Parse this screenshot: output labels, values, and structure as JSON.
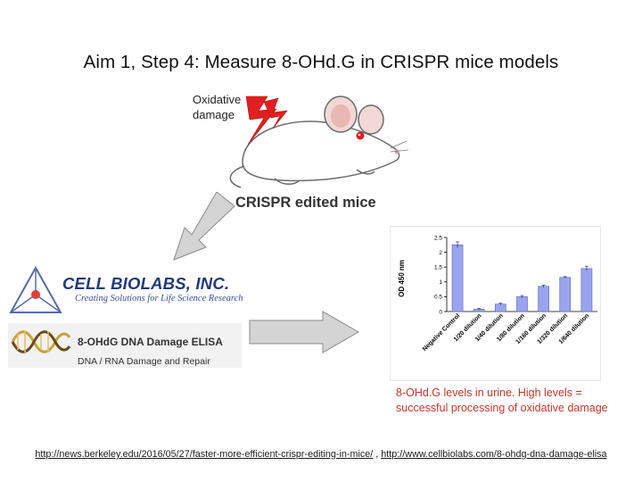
{
  "title": "Aim 1, Step 4: Measure 8-OHd.G in CRISPR mice models",
  "illustration": {
    "stress_label_line1": "Oxidative",
    "stress_label_line2": "damage",
    "mouse_caption": "CRISPR edited mice",
    "lightning_color": "#e02020",
    "arrow_color": "#d4d4d4"
  },
  "company": {
    "name": "CELL BIOLABS, INC.",
    "tagline": "Creating Solutions for Life Science Research",
    "brand_color": "#22397a"
  },
  "product": {
    "name": "8-OHdG DNA Damage ELISA",
    "category": "DNA / RNA Damage and Repair"
  },
  "chart_data": {
    "type": "bar",
    "ylabel": "OD 450 nm",
    "ylim": [
      0,
      2.5
    ],
    "yticks": [
      "0",
      "0.5",
      "1",
      "1.5",
      "2",
      "2.5"
    ],
    "categories": [
      "Negative Control",
      "1/20 dilution",
      "1/40 dilution",
      "1/80 dilution",
      "1/160 dilution",
      "1/320 dilution",
      "1/640 dilution"
    ],
    "values": [
      2.25,
      0.08,
      0.25,
      0.5,
      0.85,
      1.15,
      1.45
    ],
    "errors": [
      0.1,
      0.02,
      0.03,
      0.04,
      0.04,
      0.03,
      0.08
    ],
    "bar_color": "#9aa4ee"
  },
  "result_caption": "8-OHd.G levels in urine. High levels = successful processing of oxidative damage",
  "references": {
    "link1": "http://news.berkeley.edu/2016/05/27/faster-more-efficient-crispr-editing-in-mice/",
    "separator": " , ",
    "link2": "http://www.cellbiolabs.com/8-ohdg-dna-damage-elisa"
  }
}
